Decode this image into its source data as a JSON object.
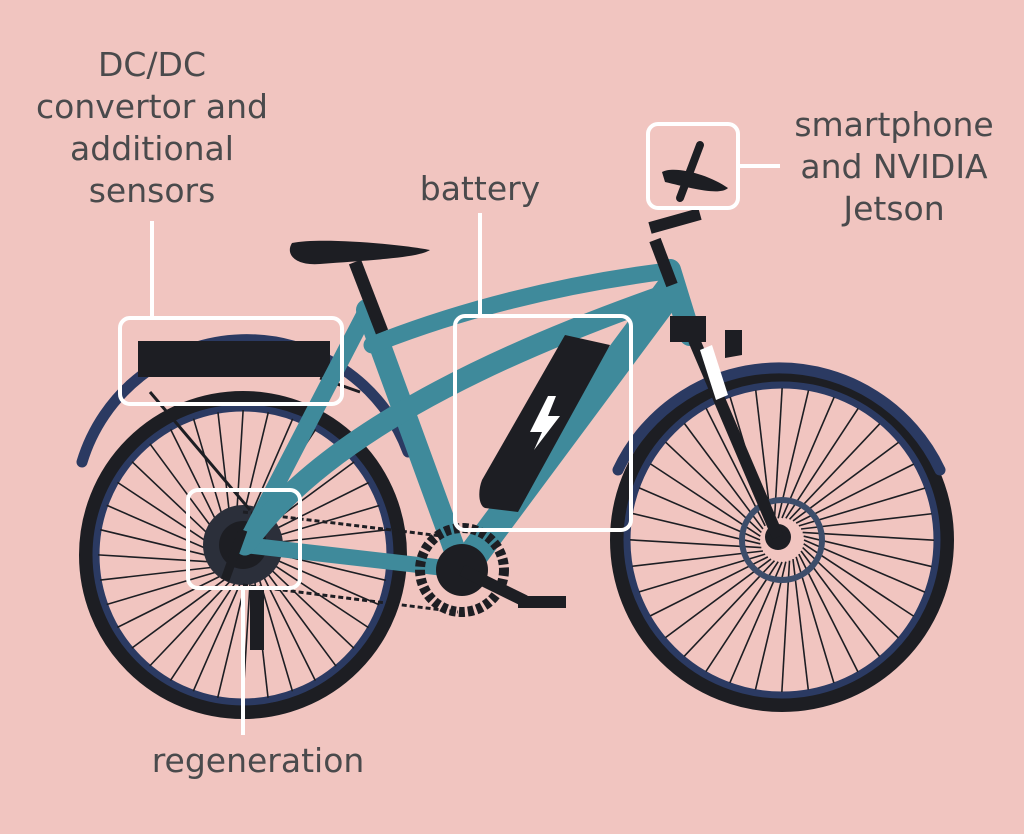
{
  "colors": {
    "background": "#f1c5c0",
    "frame": "#3f8a9b",
    "tire": "#2b3a62",
    "dark": "#1d1e23",
    "callout": "#ffffff",
    "label_text": "#4a4a4c"
  },
  "labels": {
    "dcdc": [
      "DC/DC",
      "convertor and",
      "additional",
      "sensors"
    ],
    "battery": [
      "battery"
    ],
    "phone": [
      "smartphone",
      "and NVIDIA",
      "Jetson"
    ],
    "regen": [
      "regeneration"
    ]
  },
  "icons": {
    "battery_symbol": "lightning-bolt-icon"
  }
}
